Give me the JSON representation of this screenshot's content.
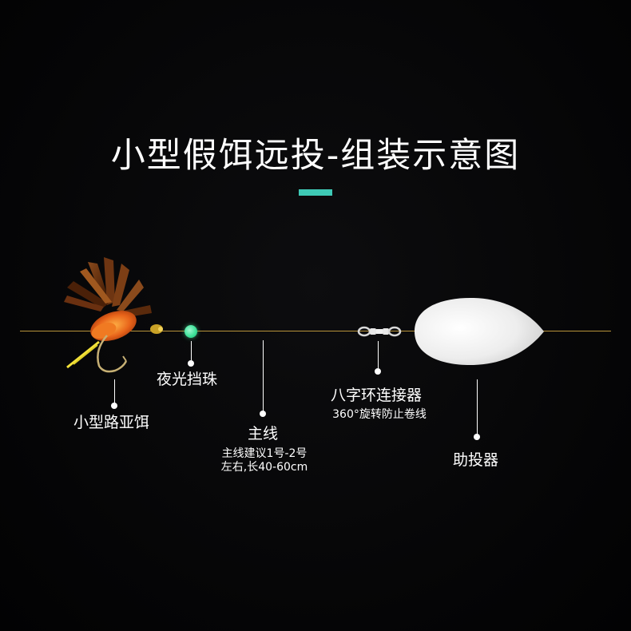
{
  "title": "小型假饵远投-组装示意图",
  "colors": {
    "accent": "#3ec9b5",
    "line": "#b8933a",
    "bead": "#3fe39a",
    "background": "#050506",
    "text": "#ffffff"
  },
  "components": {
    "lure": {
      "label": "小型路亚饵",
      "icon": "fly-lure-icon"
    },
    "bead": {
      "label": "夜光挡珠",
      "icon": "glow-bead-icon"
    },
    "mainline": {
      "label": "主线",
      "note_line1": "主线建议1号-2号",
      "note_line2": "左右,长40-60cm"
    },
    "swivel": {
      "label": "八字环连接器",
      "note": "360°旋转防止卷线",
      "icon": "swivel-icon"
    },
    "caster": {
      "label": "助投器",
      "icon": "casting-float-icon"
    }
  }
}
